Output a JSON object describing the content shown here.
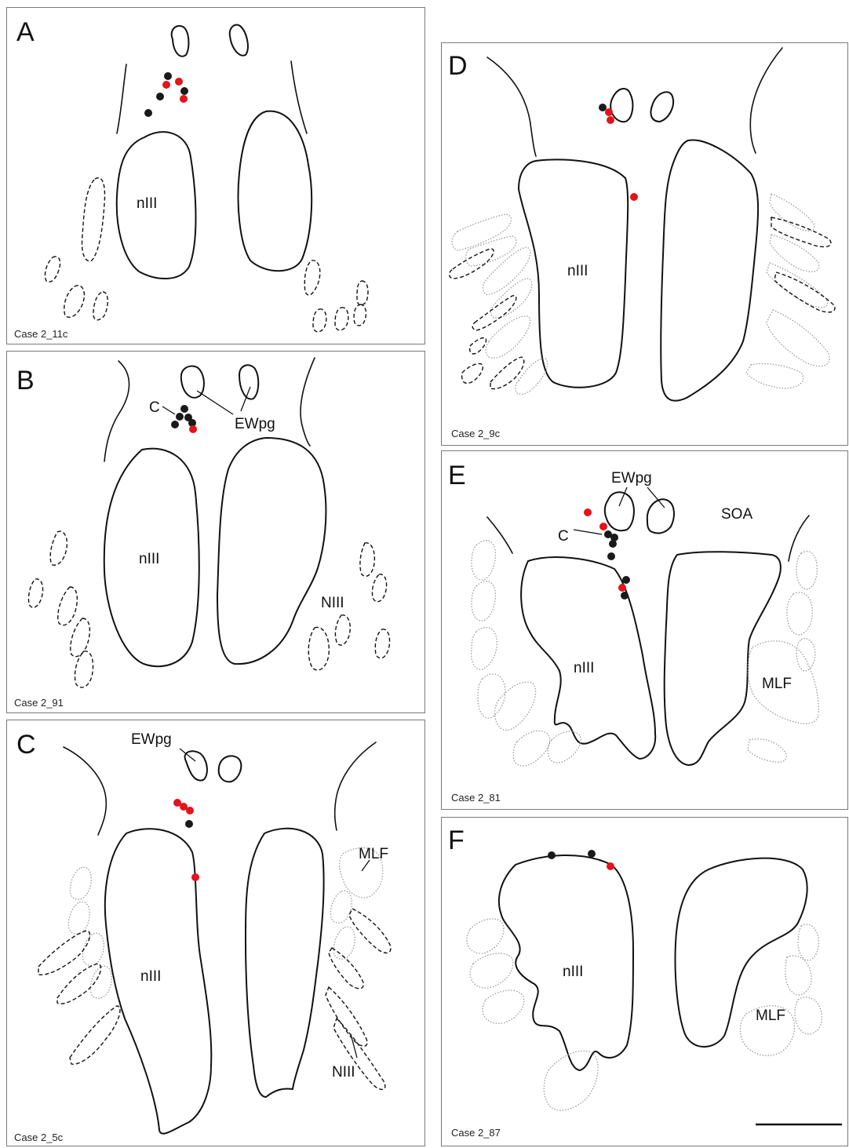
{
  "panels": {
    "A": {
      "letter": "A",
      "caption": "Case 2_11c",
      "nucleus": "nIII"
    },
    "B": {
      "letter": "B",
      "caption": "Case 2_91",
      "nucleus": "nIII",
      "ewpg": "EWpg",
      "c": "C",
      "nerve": "NIII"
    },
    "C": {
      "letter": "C",
      "caption": "Case 2_5c",
      "nucleus": "nIII",
      "ewpg": "EWpg",
      "mlf": "MLF",
      "nerve": "NIII"
    },
    "D": {
      "letter": "D",
      "caption": "Case 2_9c",
      "nucleus": "nIII"
    },
    "E": {
      "letter": "E",
      "caption": "Case 2_81",
      "nucleus": "nIII",
      "ewpg": "EWpg",
      "c": "C",
      "soa": "SOA",
      "mlf": "MLF"
    },
    "F": {
      "letter": "F",
      "caption": "Case 2_87",
      "nucleus": "nIII",
      "mlf": "MLF"
    }
  },
  "colors": {
    "black_marker": "#1a1a1a",
    "red_marker": "#e3141b",
    "frame": "#7a7a7a"
  }
}
